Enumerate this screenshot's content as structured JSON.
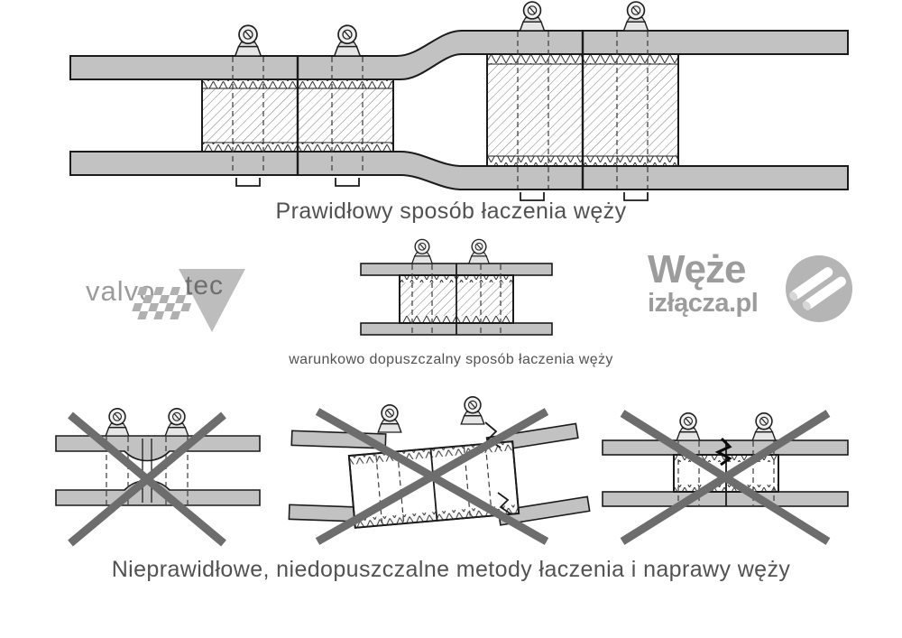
{
  "sections": {
    "correct": {
      "caption": "Prawidłowy sposób łaczenia węży"
    },
    "conditional": {
      "caption": "warunkowo dopuszczalny sposób łaczenia węży"
    },
    "incorrect": {
      "caption": "Nieprawidłowe, niedopuszczalne metody łaczenia i naprawy węży"
    }
  },
  "logos": {
    "valvotec": {
      "text_left": "valvo",
      "text_right": "tec"
    },
    "wezeizlacza": {
      "line1": "Węże",
      "line2": "izłącza.pl"
    }
  },
  "colors": {
    "hose": "#c2c2c2",
    "outline": "#1b1b1b",
    "cross": "#6d6d6d",
    "caption": "#525252",
    "logo": "#9c9c9c"
  }
}
